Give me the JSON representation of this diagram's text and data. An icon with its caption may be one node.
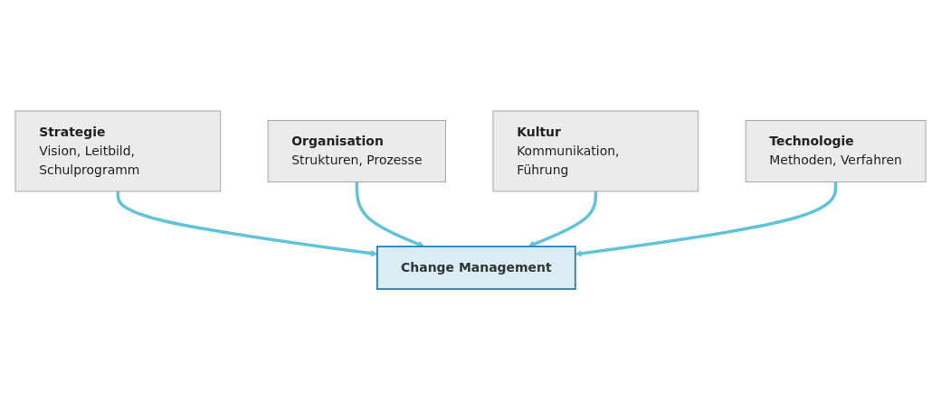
{
  "diagram": {
    "nodes": [
      {
        "text": [
          "Strategie",
          "Vision, Leitbild, Schulprogramm"
        ]
      },
      {
        "text": [
          "Organisation",
          "Strukturen, Prozesse"
        ]
      },
      {
        "text": [
          "Change Management"
        ]
      },
      {
        "text": [
          "Kultur",
          "Kommunikation, Führung"
        ]
      },
      {
        "text": [
          "Technologie",
          "Methoden, Verfahren"
        ]
      }
    ],
    "edges": [
      {
        "from": 0,
        "to": 2,
        "arrow": "to"
      },
      {
        "from": 1,
        "to": 2,
        "arrow": "to"
      },
      {
        "from": 3,
        "to": 2,
        "arrow": "to"
      },
      {
        "from": 4,
        "to": 2,
        "arrow": "to"
      }
    ]
  }
}
